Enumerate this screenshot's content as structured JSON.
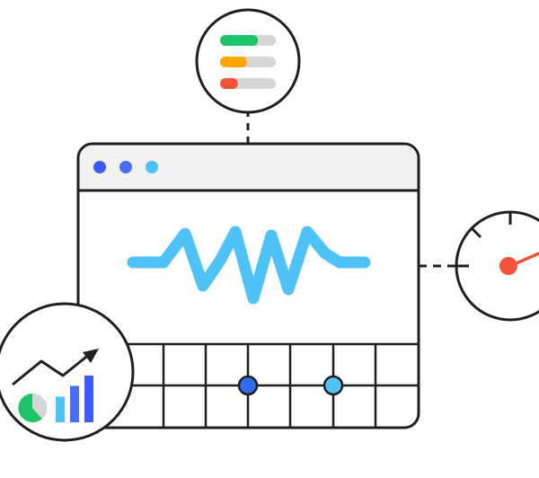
{
  "colors": {
    "stroke": "#1f1f1f",
    "background": "#ffffff",
    "titlebar": "#f2f2f2",
    "dot_blue_dark": "#3d5afe",
    "dot_blue": "#4a6cf7",
    "dot_cyan": "#4fc3f7",
    "waveform": "#4fc3f7",
    "grid_dot_1": "#2f6fed",
    "grid_dot_2": "#4fc3f7",
    "meter_track": "#d6d6d6",
    "meter_green": "#1ec36a",
    "meter_orange": "#ffa400",
    "meter_red": "#f4523b",
    "gauge_needle": "#f4523b",
    "chart_line": "#1f1f1f",
    "pie_green": "#1ec36a",
    "pie_gray": "#d6d6d6",
    "bar_1": "#4fc3f7",
    "bar_2": "#4a6cf7",
    "bar_3": "#3d5afe"
  },
  "icons": {
    "window_dots": [
      "window-dot-icon",
      "window-dot-icon",
      "window-dot-icon"
    ],
    "status_meter": "status-meter-icon",
    "gauge": "speedometer-gauge-icon",
    "analytics": "analytics-chart-icon",
    "waveform": "waveform-icon"
  },
  "status_meters": [
    {
      "name": "green",
      "fill": 0.68
    },
    {
      "name": "orange",
      "fill": 0.48
    },
    {
      "name": "red",
      "fill": 0.32
    }
  ],
  "gauge": {
    "level": 0.85
  },
  "mini_bars": [
    0.55,
    0.78,
    1.0
  ]
}
